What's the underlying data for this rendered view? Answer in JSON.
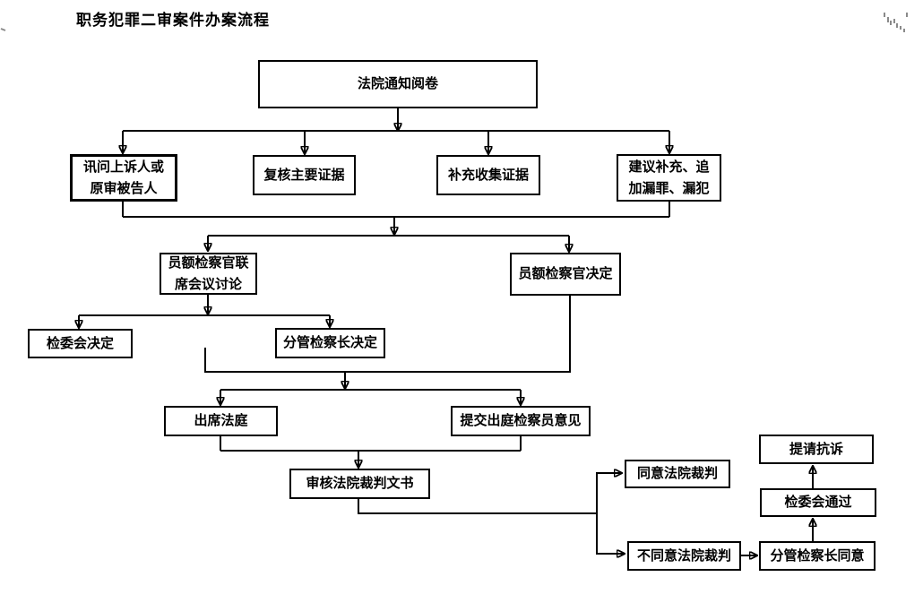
{
  "title": "职务犯罪二审案件办案流程",
  "flowchart": {
    "nodes": [
      {
        "id": "court-notify",
        "label": "法院通知阅卷"
      },
      {
        "id": "interrogate",
        "label": "讯问上诉人或\n原审被告人"
      },
      {
        "id": "review-evidence",
        "label": "复核主要证据"
      },
      {
        "id": "supplement-evidence",
        "label": "补充收集证据"
      },
      {
        "id": "suggest-supplement",
        "label": "建议补充、追\n加漏罪、漏犯"
      },
      {
        "id": "joint-meeting",
        "label": "员额检察官联\n席会议讨论"
      },
      {
        "id": "prosecutor-decide",
        "label": "员额检察官决定"
      },
      {
        "id": "committee-decide",
        "label": "检委会决定"
      },
      {
        "id": "chief-decide",
        "label": "分管检察长决定"
      },
      {
        "id": "attend-court",
        "label": "出席法庭"
      },
      {
        "id": "submit-opinion",
        "label": "提交出庭检察员意见"
      },
      {
        "id": "review-judgment",
        "label": "审核法院裁判文书"
      },
      {
        "id": "agree-judgment",
        "label": "同意法院裁判"
      },
      {
        "id": "protest",
        "label": "提请抗诉"
      },
      {
        "id": "committee-pass",
        "label": "检委会通过"
      },
      {
        "id": "disagree-judgment",
        "label": "不同意法院裁判"
      },
      {
        "id": "chief-agree",
        "label": "分管检察长同意"
      }
    ],
    "edges": [
      {
        "from": [
          "court-notify"
        ],
        "to": [
          "interrogate",
          "review-evidence",
          "supplement-evidence",
          "suggest-supplement"
        ]
      },
      {
        "from": [
          "interrogate",
          "suggest-supplement"
        ],
        "to": [
          "joint-meeting",
          "prosecutor-decide"
        ]
      },
      {
        "from": [
          "joint-meeting"
        ],
        "to": [
          "committee-decide",
          "chief-decide"
        ]
      },
      {
        "from": [
          "joint-meeting",
          "prosecutor-decide"
        ],
        "to": [
          "attend-court",
          "submit-opinion"
        ]
      },
      {
        "from": [
          "attend-court",
          "submit-opinion"
        ],
        "to": [
          "review-judgment"
        ]
      },
      {
        "from": [
          "review-judgment"
        ],
        "to": [
          "agree-judgment",
          "disagree-judgment"
        ]
      },
      {
        "from": [
          "disagree-judgment"
        ],
        "to": [
          "chief-agree"
        ]
      },
      {
        "from": [
          "chief-agree"
        ],
        "to": [
          "committee-pass"
        ]
      },
      {
        "from": [
          "committee-pass"
        ],
        "to": [
          "protest"
        ]
      }
    ],
    "colors": {
      "line": "#000000",
      "box_border": "#000000",
      "background": "#ffffff",
      "artifact_gray": "#8a8a8a"
    }
  }
}
